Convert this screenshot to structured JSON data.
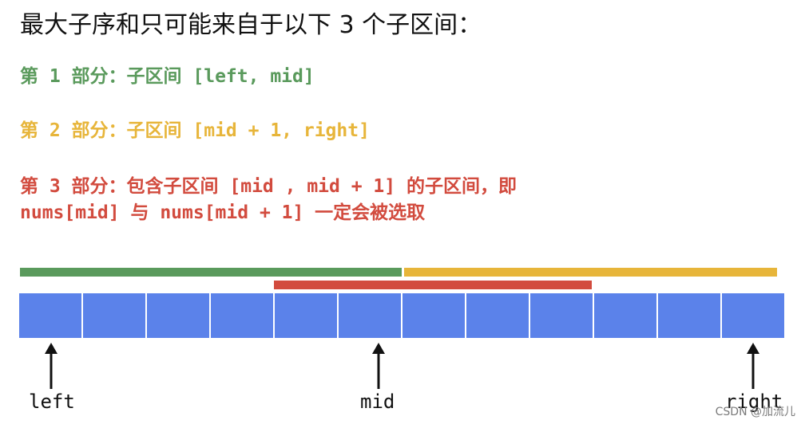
{
  "title": "最大子序和只可能来自于以下 3 个子区间：",
  "parts": [
    {
      "text": "第 1 部分：子区间 [left, mid]",
      "color": "#5a9a5c"
    },
    {
      "text": "第 2 部分：子区间 [mid + 1, right]",
      "color": "#e7b53a"
    },
    {
      "text_line1": "第 3 部分：包含子区间 [mid , mid + 1] 的子区间，即",
      "text_line2": "nums[mid] 与 nums[mid + 1] 一定会被选取",
      "color": "#d24b3e"
    }
  ],
  "bars": {
    "left_color": "#5a9a5c",
    "right_color": "#e7b53a",
    "mid_color": "#d24b3e"
  },
  "array": {
    "cell_count": 12,
    "cell_color": "#5b82ea"
  },
  "pointers": {
    "left": "left",
    "mid": "mid",
    "right": "right"
  },
  "watermark": "CSDN @加流儿"
}
